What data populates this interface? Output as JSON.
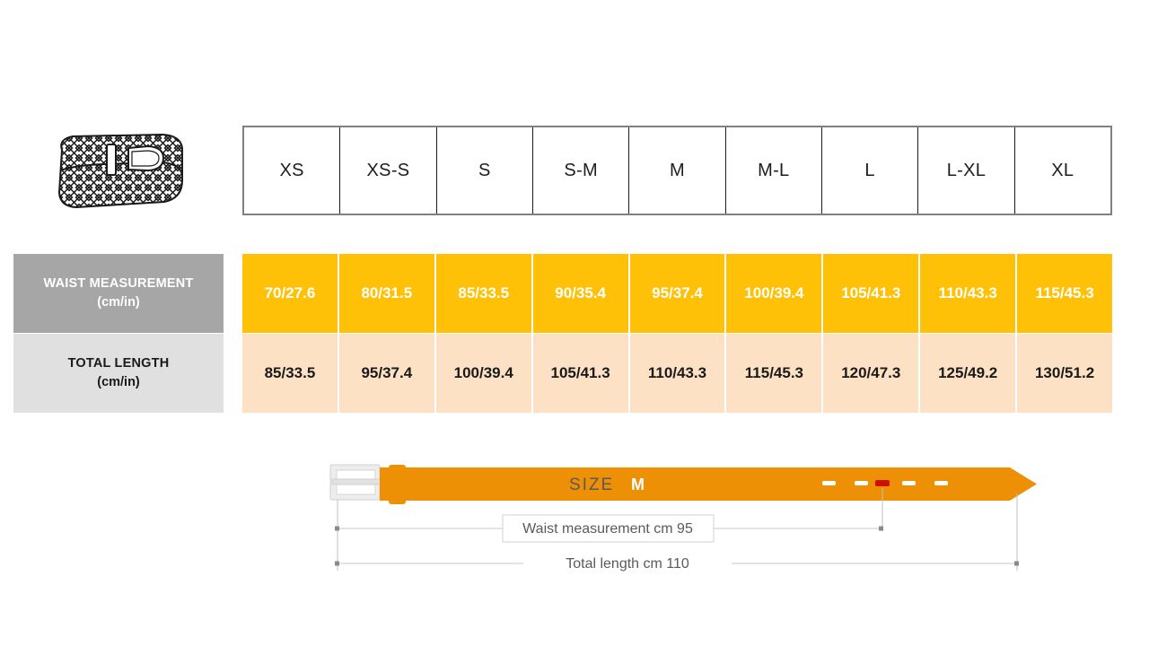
{
  "product_icon": {
    "name": "woven-belt-illustration"
  },
  "table": {
    "size_headers": [
      "XS",
      "XS-S",
      "S",
      "S-M",
      "M",
      "M-L",
      "L",
      "L-XL",
      "XL"
    ],
    "rows": [
      {
        "id": "waist",
        "label_line1": "WAIST MEASUREMENT",
        "label_line2": "(cm/in)",
        "values": [
          "70/27.6",
          "80/31.5",
          "85/33.5",
          "90/35.4",
          "95/37.4",
          "100/39.4",
          "105/41.3",
          "110/43.3",
          "115/45.3"
        ]
      },
      {
        "id": "length",
        "label_line1": "TOTAL LENGTH",
        "label_line2": "(cm/in)",
        "values": [
          "85/33.5",
          "95/37.4",
          "100/39.4",
          "105/41.3",
          "110/43.3",
          "115/45.3",
          "120/47.3",
          "125/49.2",
          "130/51.2"
        ]
      }
    ]
  },
  "diagram": {
    "size_caption_label": "SIZE",
    "size_caption_value": "M",
    "waist_dimension_label": "Waist measurement cm 95",
    "total_length_label": "Total length cm 110",
    "holes_total": 5,
    "highlighted_hole_index": 2
  },
  "colors": {
    "waist_row_bg": "#FFC107",
    "length_row_bg": "#FCE1C4",
    "waist_label_bg": "#A6A6A6",
    "length_label_bg": "#E0E0E0",
    "belt_orange": "#EE9005",
    "buckle_gray": "#DCDCDC",
    "highlight_hole": "#CC1100"
  }
}
